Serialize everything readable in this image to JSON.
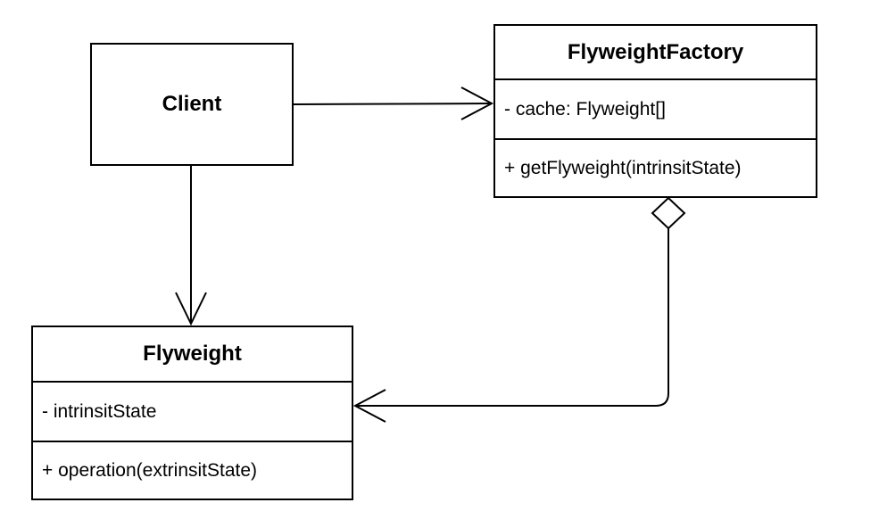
{
  "diagram": {
    "client": {
      "name": "Client"
    },
    "flyweight_factory": {
      "name": "FlyweightFactory",
      "attributes": [
        "- cache: Flyweight[]"
      ],
      "operations": [
        "+ getFlyweight(intrinsitState)"
      ]
    },
    "flyweight": {
      "name": "Flyweight",
      "attributes": [
        "- intrinsitState"
      ],
      "operations": [
        "+ operation(extrinsitState)"
      ]
    },
    "relationships": [
      {
        "from": "Client",
        "to": "FlyweightFactory",
        "kind": "association"
      },
      {
        "from": "Client",
        "to": "Flyweight",
        "kind": "association"
      },
      {
        "from": "FlyweightFactory",
        "to": "Flyweight",
        "kind": "aggregation"
      }
    ],
    "colors": {
      "line": "#000000",
      "box_fill": "#ffffff",
      "background": "#ffffff"
    }
  }
}
